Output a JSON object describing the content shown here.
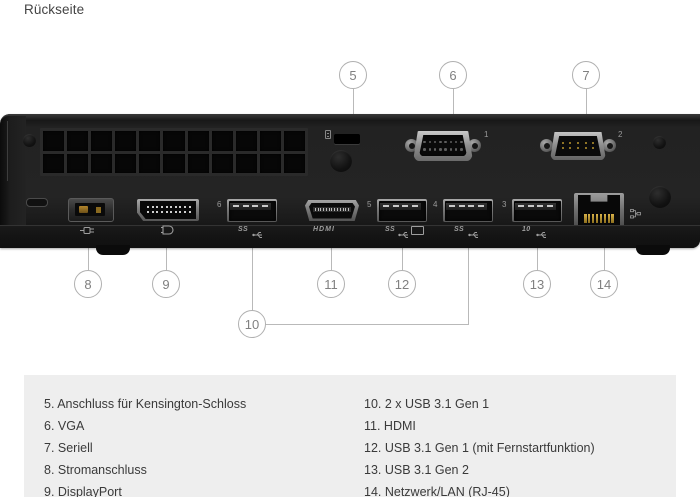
{
  "page": {
    "title": "Rückseite"
  },
  "callouts": [
    {
      "id": "5",
      "label": "5"
    },
    {
      "id": "6",
      "label": "6"
    },
    {
      "id": "7",
      "label": "7"
    },
    {
      "id": "8",
      "label": "8"
    },
    {
      "id": "9",
      "label": "9"
    },
    {
      "id": "10",
      "label": "10"
    },
    {
      "id": "11",
      "label": "11"
    },
    {
      "id": "12",
      "label": "12"
    },
    {
      "id": "13",
      "label": "13"
    },
    {
      "id": "14",
      "label": "14"
    }
  ],
  "device": {
    "port_numbers": {
      "vga": "1",
      "serial": "2",
      "usb_10gbps": "3",
      "usb_gen1_right": "4",
      "usb_gen1_smart": "5",
      "usb_gen1_left": "6"
    },
    "port_labels": {
      "power": "power-icon",
      "displayport": "DP",
      "usb_ss_left": "SS",
      "hdmi": "HDMI",
      "usb_ss_smart": "SS",
      "usb_ss_right": "SS",
      "usb_10": "10",
      "lan": "lan-icon",
      "kensington": "lock-icon"
    }
  },
  "legend": {
    "left": [
      "5. Anschluss für Kensington-Schloss",
      "6. VGA",
      "7. Seriell",
      "8. Stromanschluss",
      "9. DisplayPort"
    ],
    "right": [
      "10. 2 x USB 3.1 Gen 1",
      "11. HDMI",
      "12. USB 3.1 Gen 1 (mit Fernstartfunktion)",
      "13. USB 3.1 Gen 2",
      "14. Netzwerk/LAN (RJ-45)"
    ]
  },
  "colors": {
    "legend_bg": "#eeeeee",
    "callout_border": "#b0b0b0",
    "leader_line": "#b9b9b9",
    "text": "#3a3a3a",
    "chassis": "#222222"
  }
}
